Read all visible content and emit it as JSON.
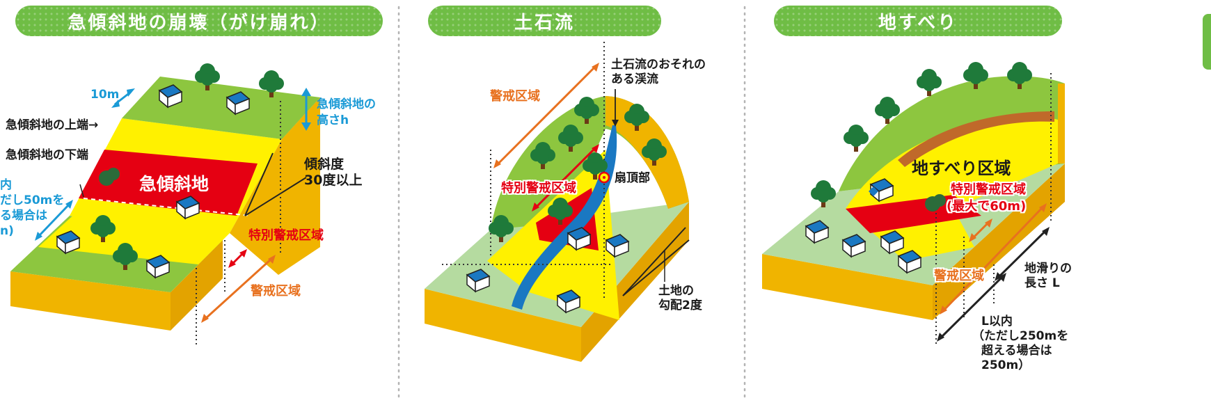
{
  "panels": [
    {
      "title": "急傾斜地の崩壊（がけ崩れ）",
      "labels": {
        "width_10m": "10m",
        "top_edge": "急傾斜地の上端→",
        "height_h_1": "急傾斜地の",
        "height_h_2": "高さh",
        "bottom_edge": "急傾斜地の下端",
        "slope_area": "急傾斜地",
        "angle_1": "傾斜度",
        "angle_2": "30度以上",
        "left_1": "内",
        "left_2": "だし50mを",
        "left_3": "る場合は",
        "left_4": "n)",
        "special_zone": "特別警戒区域",
        "warning_zone": "警戒区域"
      }
    },
    {
      "title": "土石流",
      "labels": {
        "warning_zone": "警戒区域",
        "stream_1": "土石流のおそれの",
        "stream_2": "ある渓流",
        "fan_top": "扇頂部",
        "special_zone": "特別警戒区域",
        "gradient_1": "土地の",
        "gradient_2": "勾配2度"
      }
    },
    {
      "title": "地すべり",
      "labels": {
        "landslide_area": "地すべり区域",
        "special_zone_1": "特別警戒区域",
        "special_zone_2": "(最大で60m)",
        "warning_zone": "警戒区域",
        "length_1": "地滑りの",
        "length_2": "長さ L",
        "within_1": "L以内",
        "within_2": "（ただし250mを",
        "within_3": "超える場合は",
        "within_4": "250m）"
      }
    }
  ],
  "colors": {
    "title_green": "#6fbd45",
    "grass": "#8dc63f",
    "light_green": "#b5dba0",
    "yellow": "#fff100",
    "earth": "#f0b400",
    "red": "#e50012",
    "blue": "#1a9ad6",
    "orange": "#e8711f",
    "tree": "#1f7a3a",
    "house_roof": "#1a78c2"
  }
}
